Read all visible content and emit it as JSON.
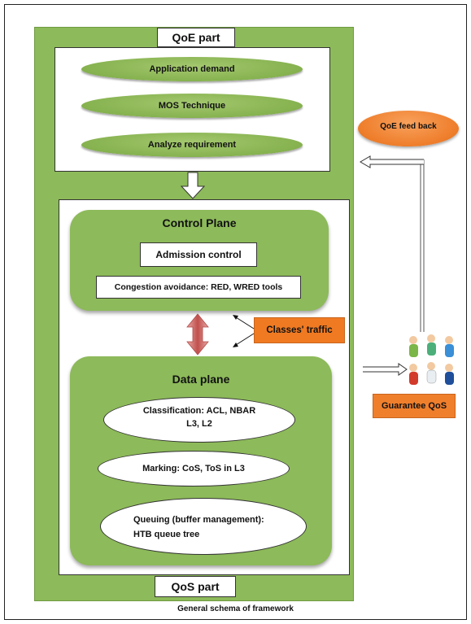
{
  "qoe_part": {
    "label": "QoE part",
    "items": [
      "Application demand",
      "MOS Technique",
      "Analyze requirement"
    ]
  },
  "control_plane": {
    "title": "Control Plane",
    "admission": "Admission control",
    "congestion": "Congestion avoidance: RED, WRED tools"
  },
  "classes_traffic": "Classes' traffic",
  "data_plane": {
    "title": "Data plane",
    "classification_line1": "Classification: ACL, NBAR",
    "classification_line2": "L3, L2",
    "marking": "Marking: CoS, ToS in L3",
    "queuing_line1": "Queuing (buffer management):",
    "queuing_line2": "HTB queue tree"
  },
  "qos_part": {
    "label": "QoS part"
  },
  "qoe_feedback": "QoE feed back",
  "guarantee_qos": "Guarantee QoS",
  "caption": "General schema of framework",
  "colors": {
    "green": "#8dba5a",
    "orange": "#f07f2c",
    "arrow_red": "#c0504d"
  }
}
